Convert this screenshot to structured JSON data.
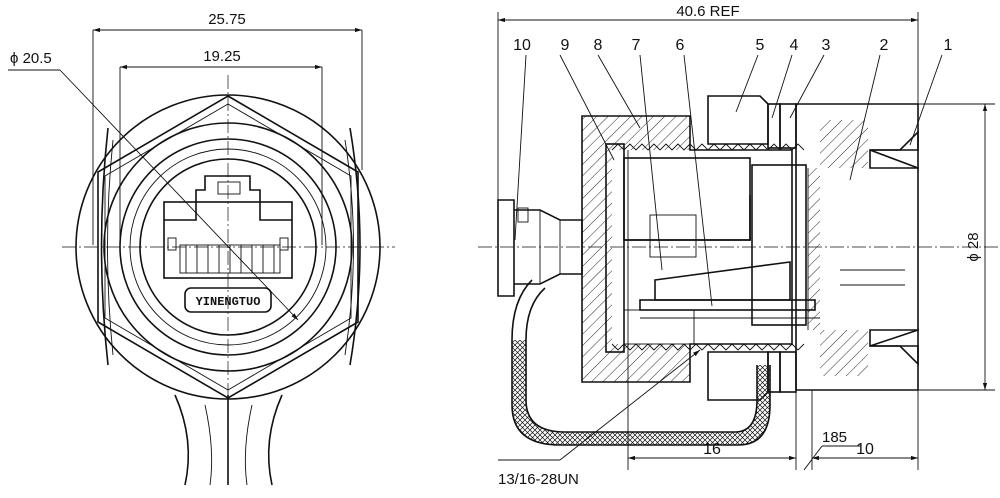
{
  "front_view": {
    "dim_width": "25.75",
    "dim_inner": "19.25",
    "dim_diameter": "ϕ 20.5",
    "brand": "YINENGTUO"
  },
  "section_view": {
    "dim_overall": "40.6 REF",
    "dim_diameter": "ϕ 28",
    "thread_spec": "13/16-28UN",
    "dim_16": "16",
    "dim_10": "10",
    "dim_185": "185",
    "part_numbers": [
      "1",
      "2",
      "3",
      "4",
      "5",
      "6",
      "7",
      "8",
      "9",
      "10"
    ]
  }
}
